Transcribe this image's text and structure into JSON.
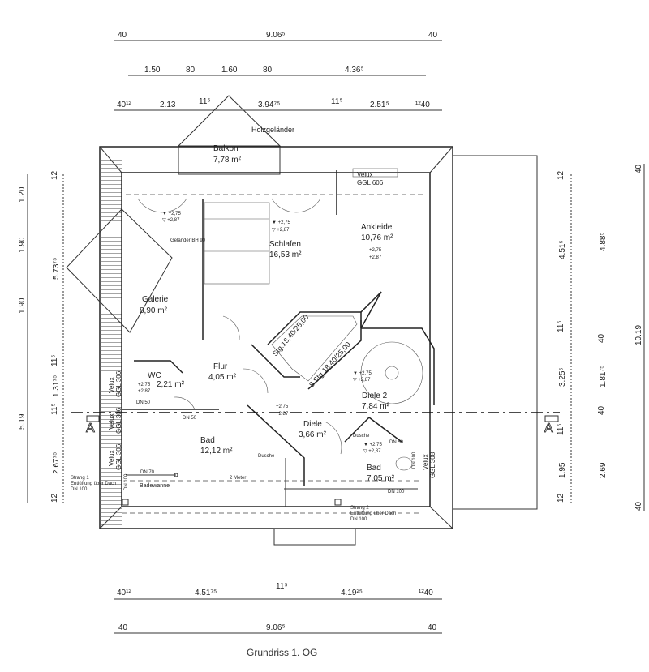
{
  "caption": "Grundriss 1. OG",
  "dimensions": {
    "top_1": [
      "40",
      "9.06⁵",
      "40"
    ],
    "top_2": [
      "1.50",
      "80",
      "1.60",
      "80",
      "4.36⁵"
    ],
    "top_3": [
      "40¹²",
      "2.13",
      "11⁵",
      "3.94⁷⁵",
      "11⁵",
      "2.51⁵",
      "¹²40"
    ],
    "bottom_1": [
      "40¹²",
      "4.51⁷⁵",
      "11⁵",
      "4.19²⁵",
      "¹²40"
    ],
    "bottom_2": [
      "40",
      "9.06⁵",
      "40"
    ],
    "left_outer": [
      "1.20",
      "1.90",
      "1.90",
      "5.19"
    ],
    "left_inner": [
      "12",
      "5.73⁷⁵",
      "11⁵",
      "1.31⁷⁵",
      "11⁵",
      "2.67⁷⁵",
      "12"
    ],
    "right_inner": [
      "12",
      "4.51⁵",
      "11⁵",
      "3.25⁵",
      "11⁵",
      "1.95",
      "12"
    ],
    "right_mid": [
      "4.88⁵",
      "40",
      "1.81⁷⁵",
      "40",
      "2.69"
    ],
    "right_outer": [
      "40",
      "10.19",
      "40"
    ]
  },
  "rooms": {
    "balkon": {
      "name": "Balkon",
      "area": "7,78 m²"
    },
    "schlafen": {
      "name": "Schlafen",
      "area": "16,53 m²",
      "lvl1": "▼ +2,75",
      "lvl2": "▽ +2,87"
    },
    "ankleide": {
      "name": "Ankleide",
      "area": "10,76 m²",
      "lvl1": "+2,75",
      "lvl2": "+2,87"
    },
    "galerie": {
      "name": "Galerie",
      "area": "8,90 m²",
      "lvl1": "▼ +2,75",
      "lvl2": "▽ +2,87"
    },
    "flur": {
      "name": "Flur",
      "area": "4,05 m²"
    },
    "wc": {
      "name": "WC",
      "area": "2,21 m²",
      "lvl1": "+2,75",
      "lvl2": "+2,87"
    },
    "bad": {
      "name": "Bad",
      "area": "12,12 m²"
    },
    "diele": {
      "name": "Diele",
      "area": "3,66 m²",
      "lvl1": "+2,75",
      "lvl2": "+2,87"
    },
    "diele2": {
      "name": "Diele 2",
      "area": "7,84 m²",
      "lvl1": "▼ +2,75",
      "lvl2": "▽ +2,87"
    },
    "bad2": {
      "name": "Bad",
      "area": "7,05 m²",
      "lvl1": "▼ +2,75",
      "lvl2": "▽ +2,87"
    }
  },
  "labels": {
    "holzgelaender": "Holzgeländer",
    "gelaender": "Geländer BH 90",
    "velux_top": "Velux",
    "velux_top_type": "GGL 606",
    "velux_left": [
      "Velux",
      "GGL 306",
      "Velux",
      "GGL 306",
      "Velux",
      "GGL 306"
    ],
    "velux_right": [
      "Velux",
      "GGL 308"
    ],
    "stair1": "Stg.18,40/25,00",
    "stair2": "8 Stg.18,40/25,00",
    "dusche1": "Dusche",
    "dusche2": "Dusche",
    "badewanne": "Badewanne",
    "zwei_meter": "2 Meter",
    "dn50a": "DN 50",
    "dn50b": "DN 50",
    "dn50c": "DN 50",
    "dn70": "DN 70",
    "dn100a": "DN 100",
    "dn100b": "DN 100",
    "dn100c": "DN 100",
    "strang1": [
      "Strang 1",
      "Entlüftung über Dach",
      "DN 100"
    ],
    "strang2": [
      "Strang 2",
      "Entlüftung über Dach",
      "DN 100"
    ],
    "section_left": "A",
    "section_right": "A"
  }
}
